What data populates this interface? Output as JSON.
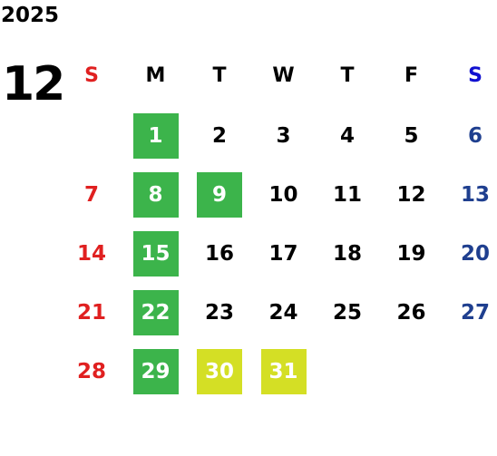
{
  "calendar": {
    "year": "2025",
    "month": "12",
    "weekdays": [
      "S",
      "M",
      "T",
      "W",
      "T",
      "F",
      "S"
    ],
    "weekday_colors": [
      "#e02020",
      "#000000",
      "#000000",
      "#000000",
      "#000000",
      "#000000",
      "#1010d0"
    ],
    "date_colors": [
      "#e02020",
      "#000000",
      "#000000",
      "#000000",
      "#000000",
      "#000000",
      "#1f3f8f"
    ],
    "highlight_colors": {
      "green": "#3cb44b",
      "yellow": "#d4df25"
    },
    "weeks": [
      [
        null,
        {
          "d": "1",
          "hl": "green"
        },
        {
          "d": "2"
        },
        {
          "d": "3"
        },
        {
          "d": "4"
        },
        {
          "d": "5"
        },
        {
          "d": "6"
        }
      ],
      [
        {
          "d": "7"
        },
        {
          "d": "8",
          "hl": "green"
        },
        {
          "d": "9",
          "hl": "green"
        },
        {
          "d": "10"
        },
        {
          "d": "11"
        },
        {
          "d": "12"
        },
        {
          "d": "13"
        }
      ],
      [
        {
          "d": "14"
        },
        {
          "d": "15",
          "hl": "green"
        },
        {
          "d": "16"
        },
        {
          "d": "17"
        },
        {
          "d": "18"
        },
        {
          "d": "19"
        },
        {
          "d": "20"
        }
      ],
      [
        {
          "d": "21"
        },
        {
          "d": "22",
          "hl": "green"
        },
        {
          "d": "23"
        },
        {
          "d": "24"
        },
        {
          "d": "25"
        },
        {
          "d": "26"
        },
        {
          "d": "27"
        }
      ],
      [
        {
          "d": "28"
        },
        {
          "d": "29",
          "hl": "green"
        },
        {
          "d": "30",
          "hl": "yellow"
        },
        {
          "d": "31",
          "hl": "yellow"
        },
        null,
        null,
        null
      ]
    ]
  }
}
